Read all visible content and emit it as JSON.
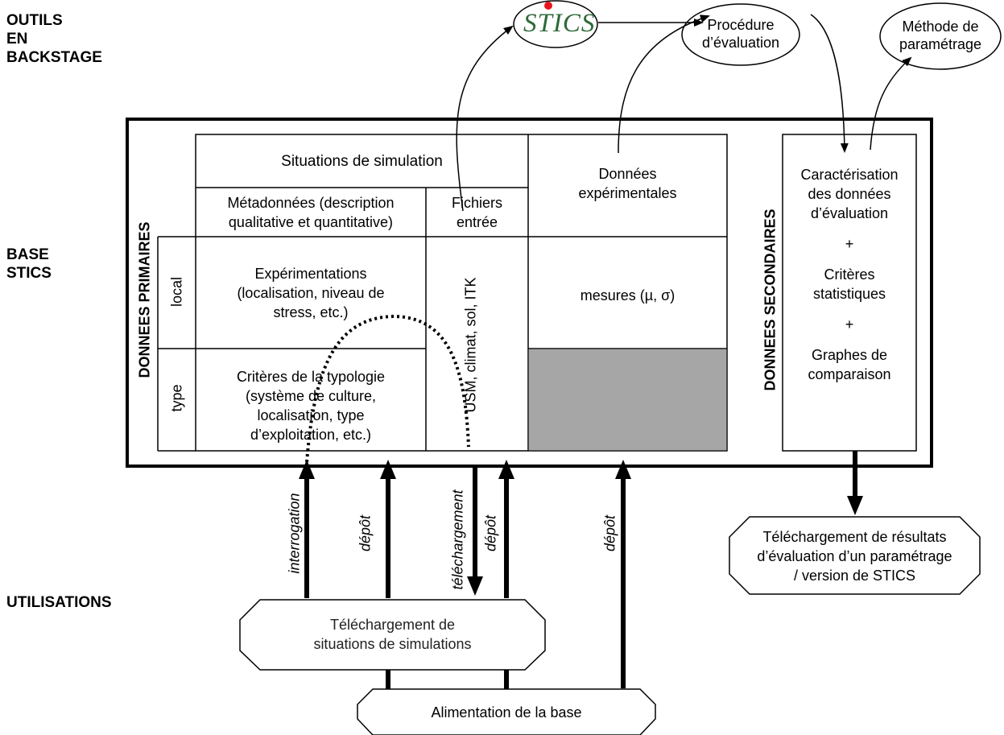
{
  "sections": {
    "outils": [
      "OUTILS",
      "EN",
      "BACKSTAGE"
    ],
    "base": [
      "BASE",
      "STICS"
    ],
    "utilisations": "UTILISATIONS"
  },
  "tools": {
    "stics": "STICS",
    "procedure": [
      "Procédure",
      "d’évaluation"
    ],
    "methode": [
      "Méthode de",
      "paramétrage"
    ]
  },
  "primary": {
    "group_label": "DONNEES PRIMAIRES",
    "situations_header": "Situations de simulation",
    "metadata_header": [
      "Métadonnées (description",
      "qualitative et quantitative)"
    ],
    "files_header": [
      "Fichiers",
      "entrée"
    ],
    "exp_data_header": [
      "Données",
      "expérimentales"
    ],
    "row_local": "local",
    "row_type": "type",
    "local_text": [
      "Expérimentations",
      "(localisation, niveau de",
      "stress, etc.)"
    ],
    "type_text": [
      "Critères de la typologie",
      "(système de culture,",
      "localisation, type",
      "d’exploitation, etc.)"
    ],
    "files_content": "USM, climat, sol, ITK",
    "measures": "mesures (µ, σ)"
  },
  "secondary": {
    "group_label": "DONNEES SECONDAIRES",
    "line1": [
      "Caractérisation",
      "des données",
      "d’évaluation"
    ],
    "plus1": "+",
    "line2": [
      "Critères",
      "statistiques"
    ],
    "plus2": "+",
    "line3": [
      "Graphes de",
      "comparaison"
    ]
  },
  "arrows": {
    "interrogation": "interrogation",
    "depot1": "dépôt",
    "telechargement": "téléchargement",
    "depot2": "dépôt",
    "depot3": "dépôt"
  },
  "outputs": {
    "telech_situations": [
      "Téléchargement de",
      "situations de simulations"
    ],
    "alimentation": "Alimentation de la base",
    "telech_resultats": [
      "Téléchargement de résultats",
      "d’évaluation d’un paramétrage",
      "/ version de STICS"
    ]
  },
  "colors": {
    "shaded_cell": "#a6a6a6",
    "stics_dot": "#e8141c",
    "stics_logo": "#2e6b3a"
  }
}
